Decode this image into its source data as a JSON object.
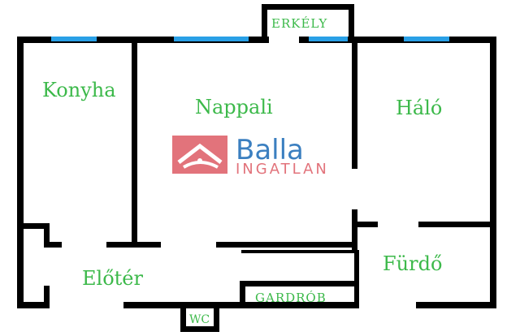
{
  "rooms": {
    "konyha": "Konyha",
    "nappali": "Nappali",
    "halo": "Háló",
    "eloter": "Előtér",
    "furdo": "Fürdő",
    "erkely": "ERKÉLY",
    "gardrob": "GARDRÓB",
    "wc": "WC"
  },
  "watermark": {
    "brand": "Balla",
    "sub": "INGATLAN",
    "logo_icon": "house-logo-icon"
  },
  "colors": {
    "wall": "#000000",
    "window": "#29a0e6",
    "label": "#3cb94a",
    "brand_blue": "#3b7fc0",
    "brand_pink": "#e2737b"
  }
}
